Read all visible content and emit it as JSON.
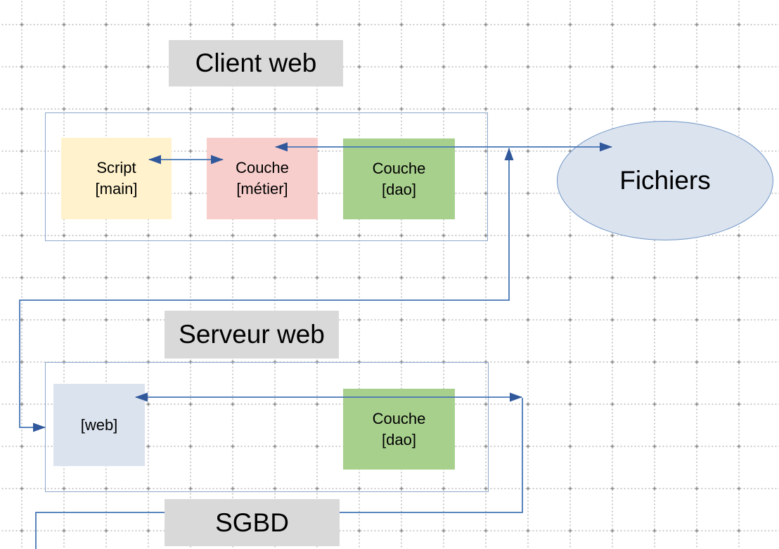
{
  "colors": {
    "canvas_bg": "#ffffff",
    "label_bg": "#d9d9d9",
    "yellow": "#fff2cc",
    "pink": "#f8cecc",
    "green": "#a8d08d",
    "lightblue": "#dbe3ef",
    "container_border": "#8da8c9",
    "ellipse_border": "#6e94c5",
    "connector": "#4676b5",
    "arrowhead": "#30589b",
    "grid_dot": "#c9c9c9",
    "grid_cross": "#909090",
    "text": "#000000"
  },
  "client": {
    "title": "Client web",
    "script": {
      "line1": "Script",
      "line2": "[main]"
    },
    "metier": {
      "line1": "Couche",
      "line2": "[métier]"
    },
    "dao": {
      "line1": "Couche",
      "line2": "[dao]"
    }
  },
  "fichiers": {
    "label": "Fichiers"
  },
  "serveur": {
    "title": "Serveur web",
    "web": {
      "label": "[web]"
    },
    "dao": {
      "line1": "Couche",
      "line2": "[dao]"
    }
  },
  "sgbd": {
    "title": "SGBD"
  }
}
